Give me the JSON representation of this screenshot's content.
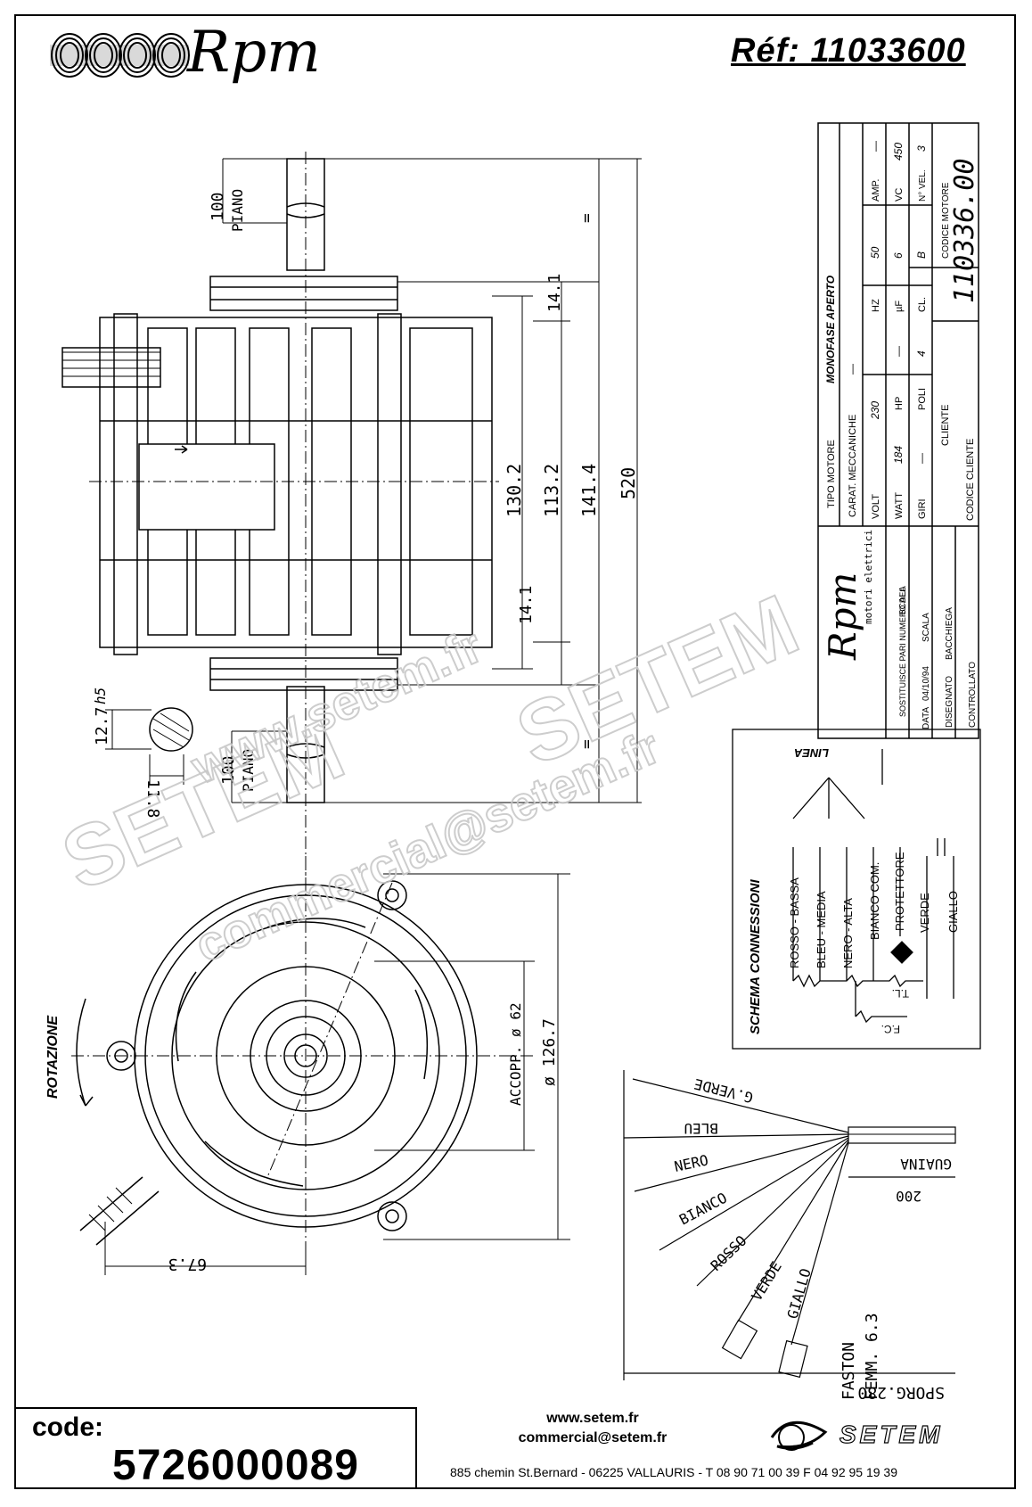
{
  "header": {
    "brand": "Rpm",
    "reference": "Réf: 11033600"
  },
  "dimensions": {
    "piano_top": "100",
    "piano_top_label": "PIANO",
    "piano_bottom": "100",
    "piano_bottom_label": "PIANO",
    "equal_top": "=",
    "equal_bottom": "=",
    "d_14_1_top": "14.1",
    "d_14_1_bottom": "14.1",
    "d_130_2": "130.2",
    "d_113_2": "113.2",
    "d_141_4": "141.4",
    "d_520": "520",
    "shaft_dia": "12.7",
    "shaft_tol": "h5",
    "shaft_flat": "11.8",
    "accopp": "ACCOPP. ø 62",
    "outer_dia": "ø 126.7",
    "offset": "67.3",
    "rotation": "ROTAZIONE"
  },
  "title_block": {
    "tipo_motore_label": "TIPO MOTORE",
    "tipo_motore_value": "MONOFASE APERTO",
    "carat_label": "CARAT. MECCANICHE",
    "carat_value": "—",
    "volt_label": "VOLT",
    "volt_value": "230",
    "hz_label": "HZ",
    "hz_value": "50",
    "amp_label": "AMP.",
    "amp_value": "—",
    "watt_label": "WATT",
    "watt_value": "184",
    "hp_label": "HP",
    "hp_value": "—",
    "uf_label": "µF",
    "uf_value": "6",
    "vc_label": "VC",
    "vc_value": "450",
    "giri_label": "GIRI",
    "giri_value": "—",
    "poli_label": "POLI",
    "poli_value": "4",
    "cl_label": "CL.",
    "cl_value": "B",
    "vel_label": "N° VEL.",
    "vel_value": "3",
    "cliente_label": "CLIENTE",
    "codice_motore_label": "CODICE MOTORE",
    "codice_motore_value": "110336.00",
    "codice_cliente_label": "CODICE CLIENTE",
    "company_name": "Rpm",
    "company_sub": "motori elettrici",
    "sostituisce_label": "SOSTITUISCE PARI NUMERO DEL",
    "scala_label": "SCALA",
    "data_label": "DATA",
    "data_value": "04/10/94",
    "disegnato_label": "DISEGNATO",
    "disegnato_value": "BACCHIEGA",
    "controllato_label": "CONTROLLATO"
  },
  "schema": {
    "title": "SCHEMA CONNESSIONI",
    "linea": "LINEA",
    "wires": [
      "ROSSO - BASSA",
      "BLEU - MEDIA",
      "NERO - ALTA",
      "BIANCO COM.",
      "PROTETTORE",
      "VERDE",
      "GIALLO"
    ],
    "tl": "T.L.",
    "fc": "F.C."
  },
  "leads": {
    "labels": [
      "G.VERDE",
      "BLEU",
      "NERO",
      "BIANCO",
      "ROSSO",
      "VERDE",
      "GIALLO"
    ],
    "guaina": "GUAINA",
    "length": "200",
    "fast_1": "FASTON",
    "fast_2": "FEMM. 6.3",
    "sporg": "SPORG.280"
  },
  "watermark": {
    "w1": "www.setem.fr",
    "w2": "SETEM",
    "w3": "SETEM",
    "w4": "commercial@setem.fr",
    "w5": "SETEM"
  },
  "footer": {
    "code_label": "code:",
    "code_value": "5726000089",
    "website": "www.setem.fr",
    "email": "commercial@setem.fr",
    "address": "885 chemin St.Bernard  -  06225 VALLAURIS  -  T 08 90 71 00 39   F 04 92 95 19 39",
    "logo_text": "SETEM"
  }
}
